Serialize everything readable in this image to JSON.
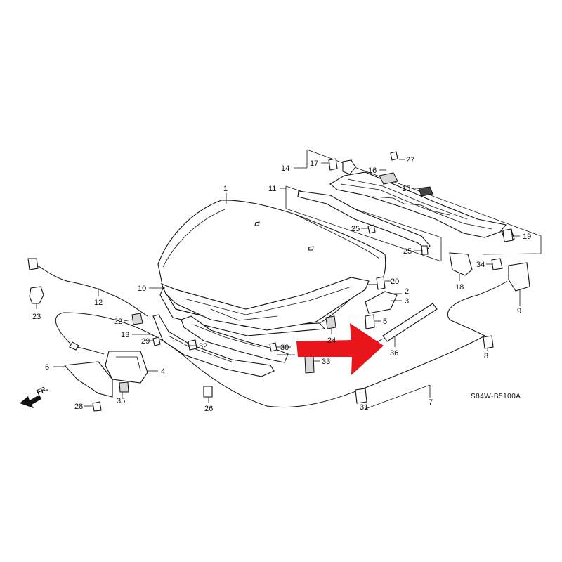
{
  "diagram_code": "S84W-B5100A",
  "front_indicator": "FR.",
  "part_numbers": [
    "1",
    "2",
    "3",
    "4",
    "5",
    "6",
    "7",
    "8",
    "9",
    "10",
    "11",
    "12",
    "13",
    "14",
    "15",
    "16",
    "17",
    "18",
    "19",
    "20",
    "22",
    "23",
    "24",
    "25",
    "25",
    "26",
    "27",
    "28",
    "29",
    "30",
    "31",
    "32",
    "33",
    "34",
    "35",
    "36"
  ],
  "colors": {
    "line": "#111111",
    "highlight_arrow": "#e8161b",
    "background": "#ffffff"
  }
}
